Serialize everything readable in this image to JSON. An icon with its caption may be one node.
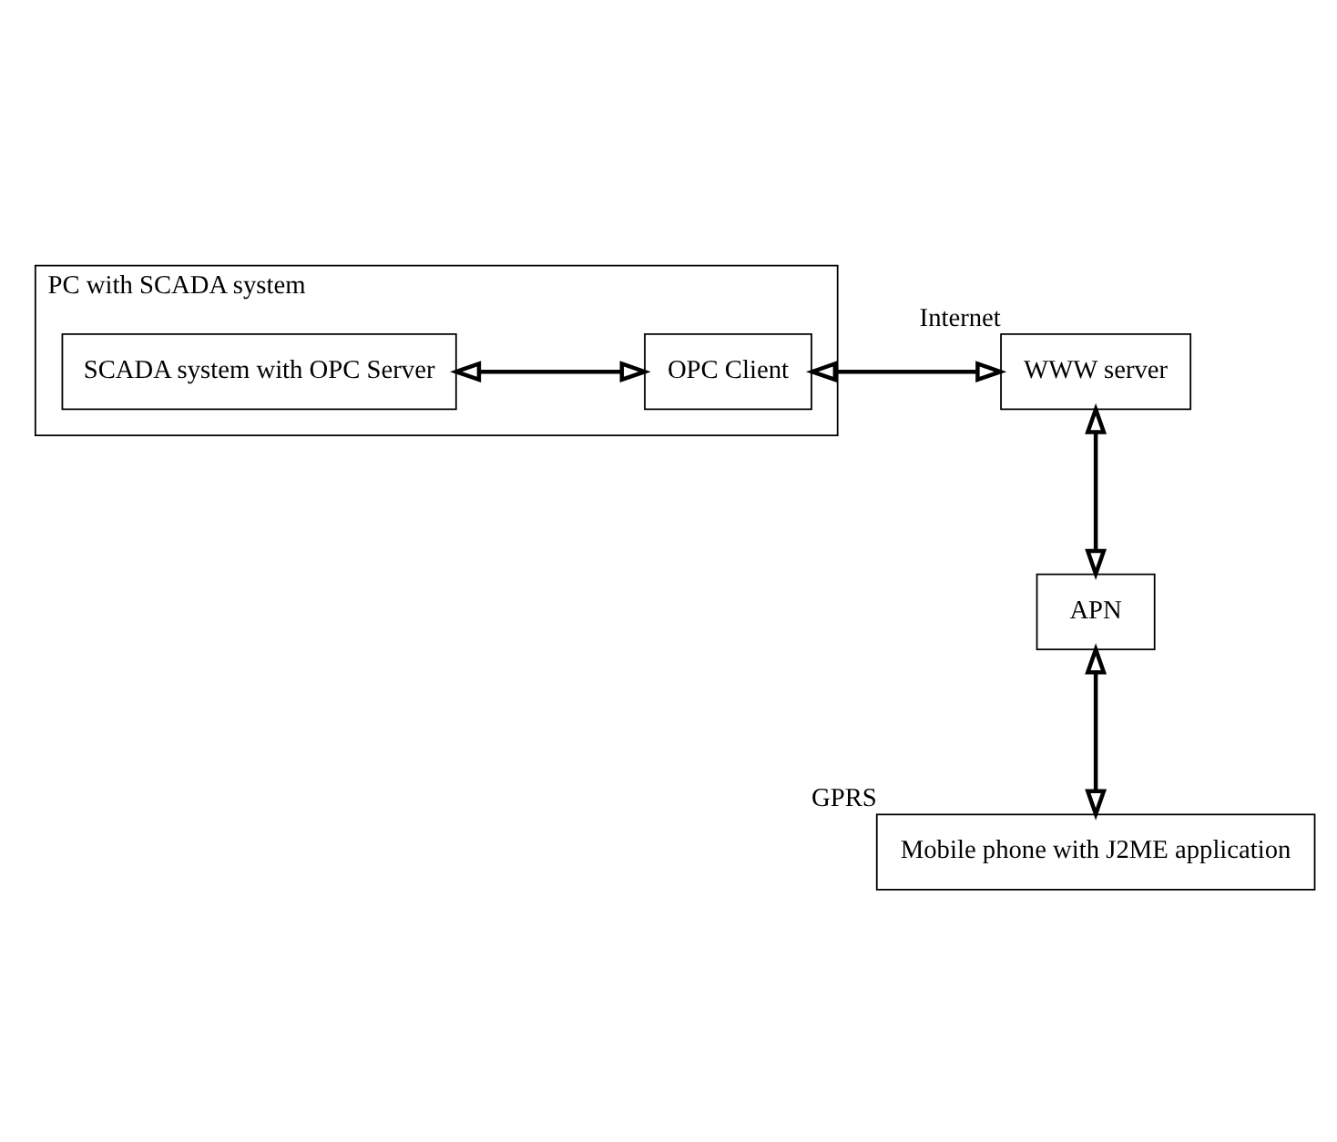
{
  "diagram": {
    "nodes": [
      {
        "text": [
          "PC with SCADA system"
        ]
      },
      {
        "text": [
          "SCADA system with OPC Server"
        ],
        "in": 0
      },
      {
        "text": [
          "OPC Client"
        ],
        "in": 0
      },
      {
        "text": [
          "WWW server"
        ],
        "beside": [
          "Internet"
        ]
      },
      {
        "text": [
          "APN"
        ]
      },
      {
        "text": [
          "Mobile phone with J2ME application"
        ],
        "beside": [
          "GPRS"
        ]
      }
    ],
    "edges": [
      {
        "from": 1,
        "to": 2,
        "arrow": "both"
      },
      {
        "from": 2,
        "to": 3,
        "arrow": "both"
      },
      {
        "from": 3,
        "to": 4,
        "arrow": "both"
      },
      {
        "from": 4,
        "to": 5,
        "arrow": "both"
      }
    ]
  }
}
